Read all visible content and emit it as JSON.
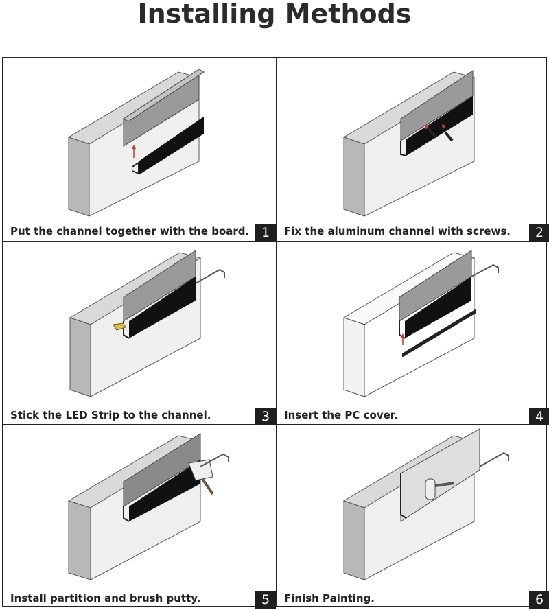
{
  "header": {
    "title": "Installing Methods"
  },
  "steps": [
    {
      "number": "1",
      "caption": "Put the channel together with the board."
    },
    {
      "number": "2",
      "caption": "Fix the aluminum channel with screws."
    },
    {
      "number": "3",
      "caption": "Stick the LED Strip to the channel."
    },
    {
      "number": "4",
      "caption": "Insert the PC cover."
    },
    {
      "number": "5",
      "caption": "Install partition and brush putty."
    },
    {
      "number": "6",
      "caption": "Finish Painting."
    }
  ]
}
